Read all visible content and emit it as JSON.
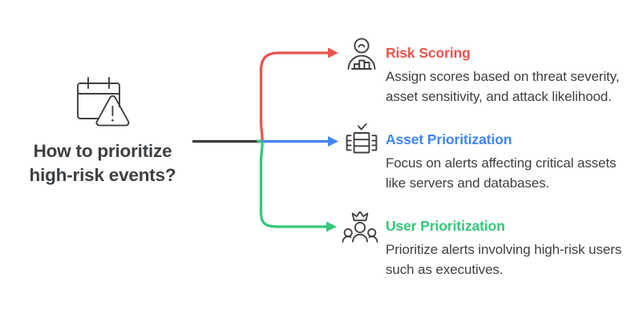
{
  "page": {
    "background": "#ffffff",
    "text_color": "#3c4043"
  },
  "question": {
    "icon": "calendar-warning-icon",
    "title": "How to prioritize\nhigh-risk events?"
  },
  "connector": {
    "trunk_color": "#3c3c3c",
    "branch_colors": [
      "#e8554e",
      "#4285f4",
      "#34c77b"
    ]
  },
  "branches": [
    {
      "id": "risk",
      "icon": "user-risk-score-icon",
      "heading": "Risk Scoring",
      "color": "#e8554e",
      "body": "Assign scores based on threat severity, asset sensitivity, and attack likelihood."
    },
    {
      "id": "asset",
      "icon": "server-rack-check-icon",
      "heading": "Asset Prioritization",
      "color": "#4285f4",
      "body": "Focus on alerts affecting critical assets like servers and databases."
    },
    {
      "id": "user",
      "icon": "users-crown-icon",
      "heading": "User Prioritization",
      "color": "#34c77b",
      "body": "Prioritize alerts involving high-risk users such as executives."
    }
  ]
}
